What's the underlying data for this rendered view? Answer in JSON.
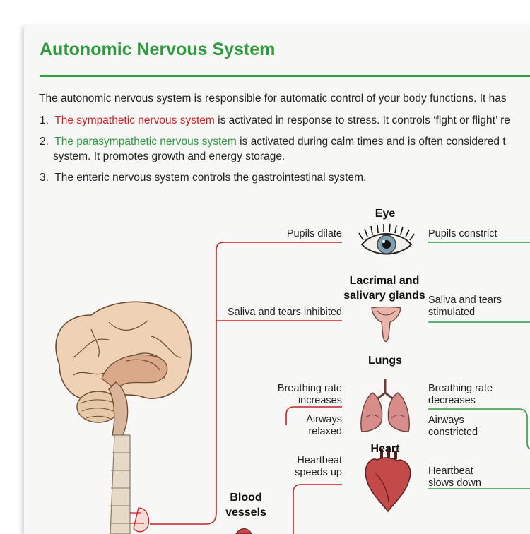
{
  "title": "Autonomic Nervous System",
  "intro": "The autonomic nervous system is responsible for automatic control of your body functions. It has",
  "items": [
    {
      "num": "1.",
      "highlight": "The sympathetic nervous system",
      "rest": " is activated in response to stress. It controls ‘fight or flight’ re"
    },
    {
      "num": "2.",
      "highlight": "The parasympathetic nervous system",
      "rest": " is activated during calm times and is often considered t",
      "line2": "system. It promotes growth and energy storage."
    },
    {
      "num": "3.",
      "text": "The enteric nervous system controls the gastrointestinal system."
    }
  ],
  "organs": {
    "eye": "Eye",
    "glands_1": "Lacrimal and",
    "glands_2": "salivary glands",
    "lungs": "Lungs",
    "heart": "Heart",
    "vessels_1": "Blood",
    "vessels_2": "vessels"
  },
  "sympathetic": {
    "eye": "Pupils dilate",
    "glands": "Saliva and tears inhibited",
    "lungs_rate_1": "Breathing rate",
    "lungs_rate_2": "increases",
    "airways_1": "Airways",
    "airways_2": "relaxed",
    "heart_1": "Heartbeat",
    "heart_2": "speeds up"
  },
  "parasympathetic": {
    "eye": "Pupils constrict",
    "glands_1": "Saliva and tears",
    "glands_2": "stimulated",
    "lungs_rate_1": "Breathing rate",
    "lungs_rate_2": "decreases",
    "airways_1": "Airways",
    "airways_2": "constricted",
    "heart_1": "Heartbeat",
    "heart_2": "slows down"
  },
  "colors": {
    "title_green": "#2e9a3e",
    "sympathetic_red": "#cf1f25",
    "parasympathetic_green": "#2e9a3e"
  }
}
